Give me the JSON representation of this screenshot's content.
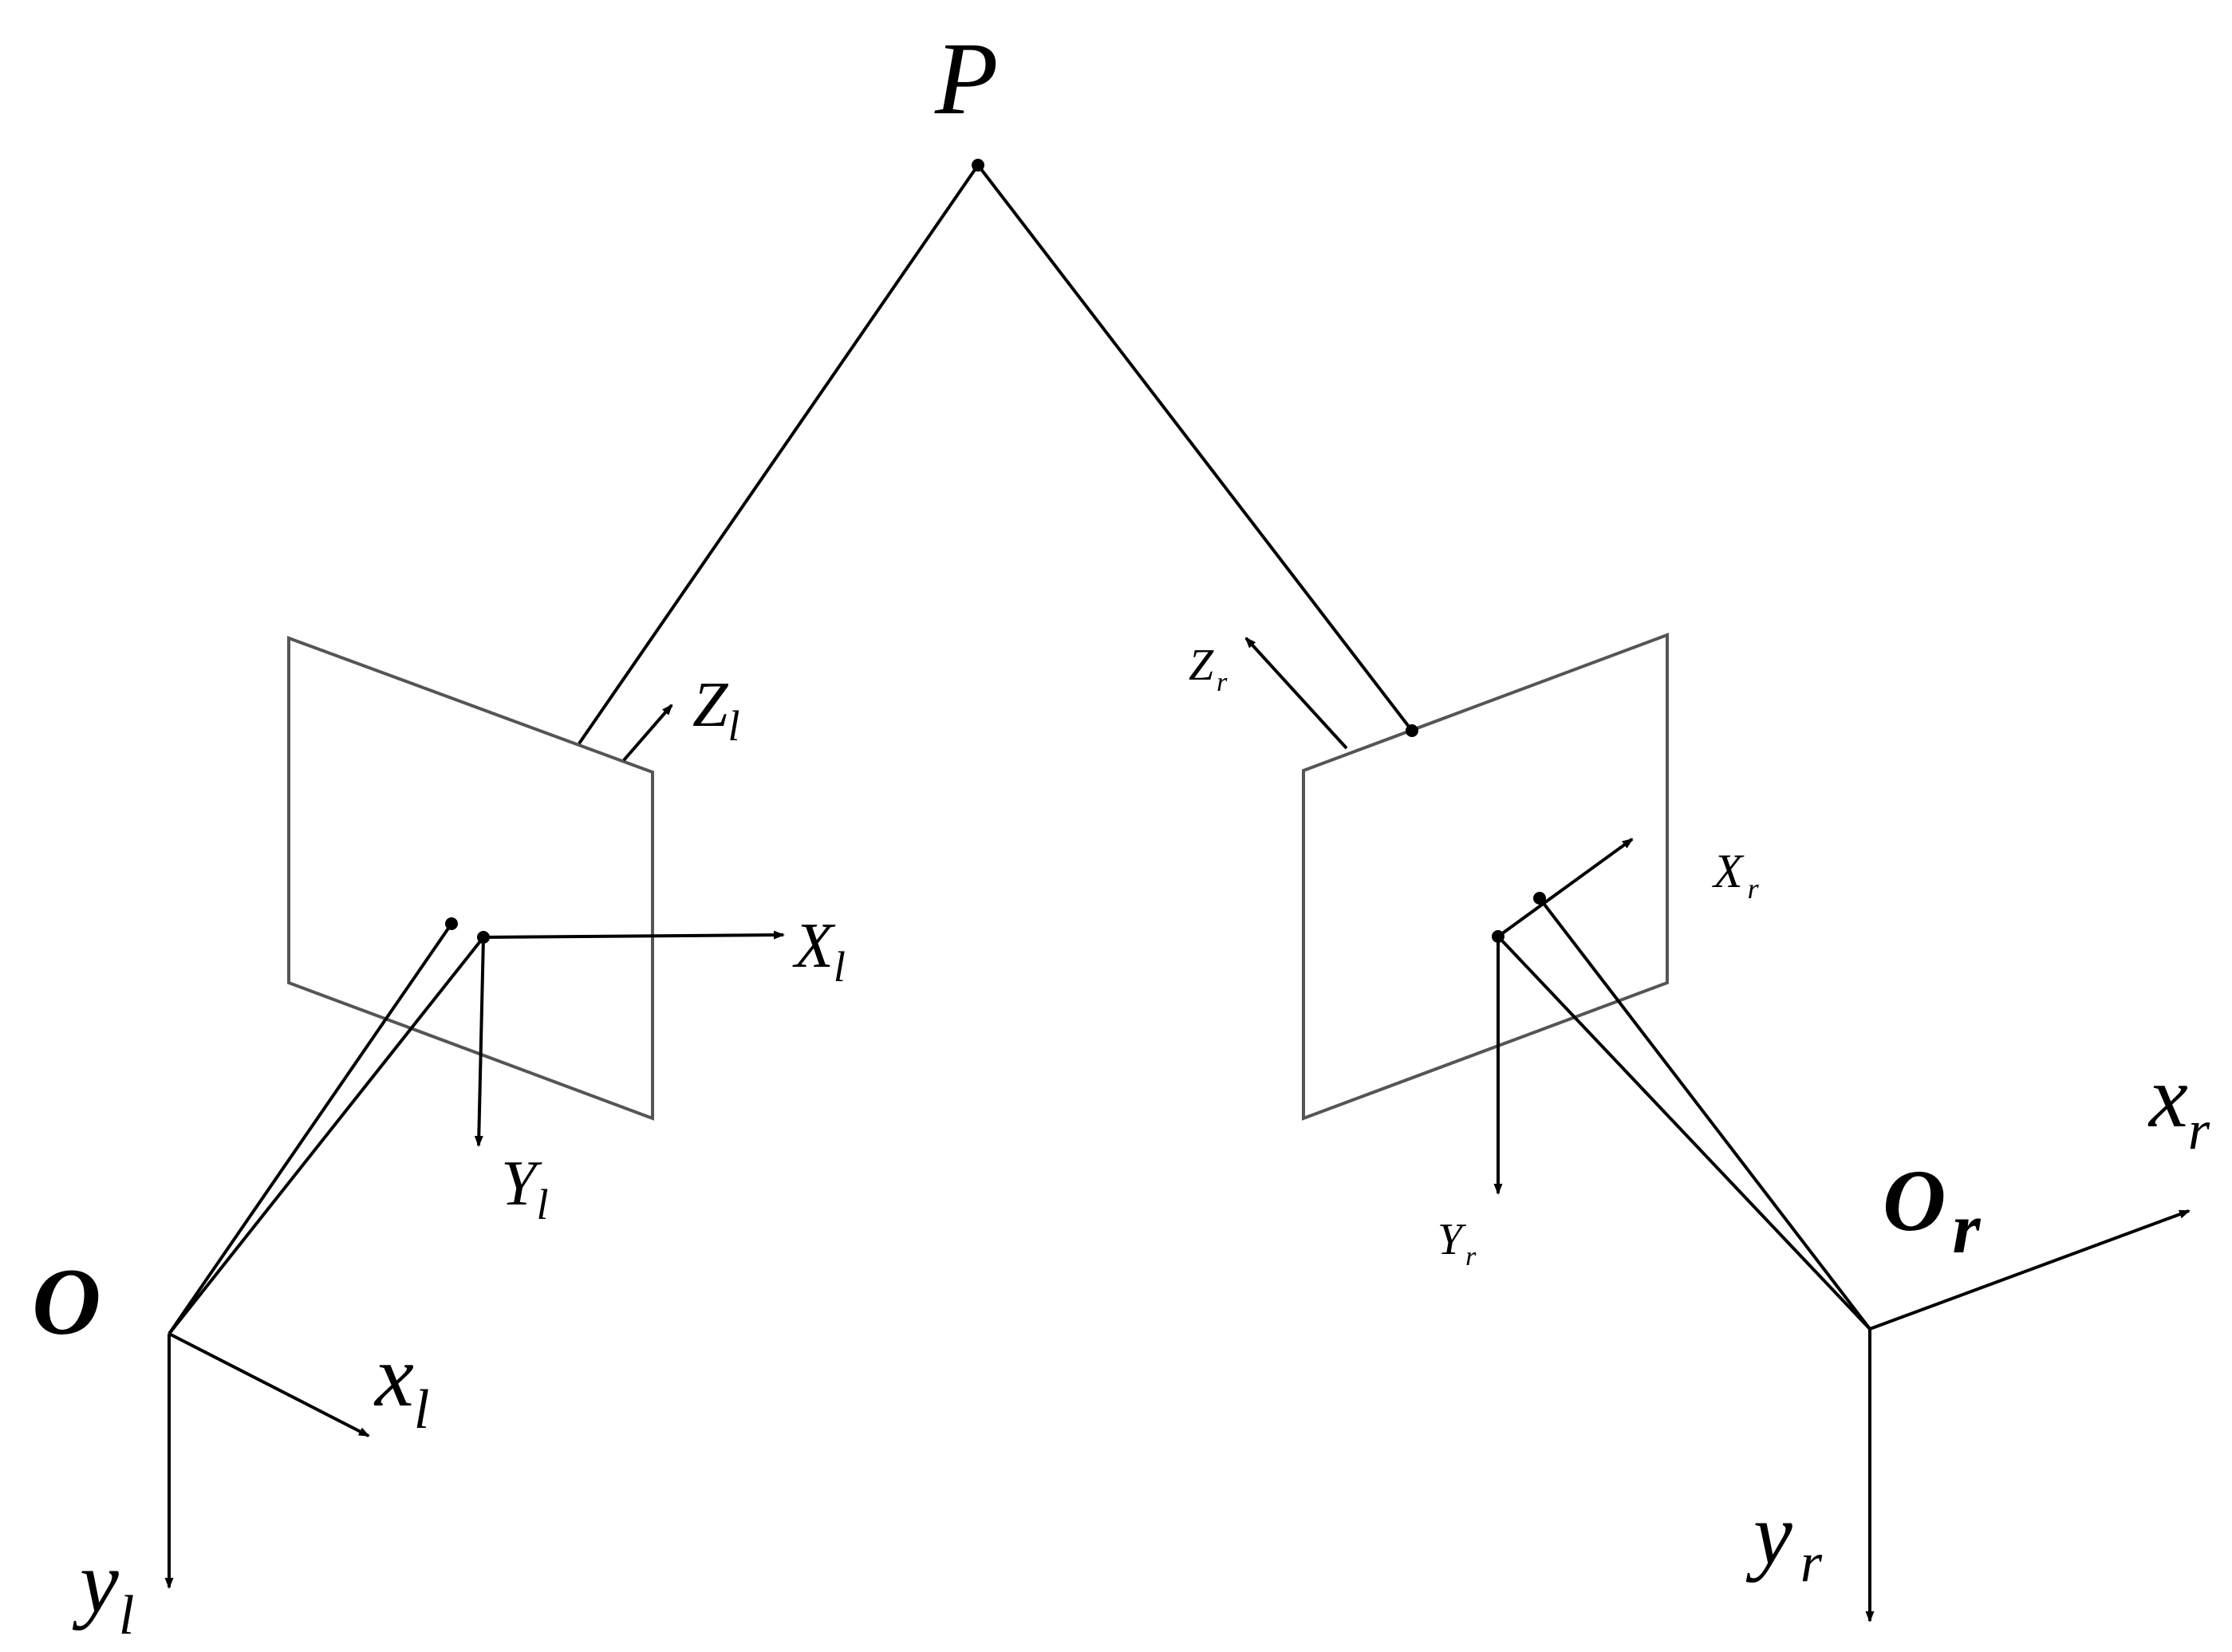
{
  "labels": {
    "P": "P",
    "O": "O",
    "Or_main": "O",
    "Or_sub": "r",
    "xl_main": "x",
    "xl_sub": "l",
    "yl_main": "y",
    "yl_sub": "l",
    "Xl_main": "X",
    "Xl_sub": "l",
    "Yl_main": "Y",
    "Yl_sub": "l",
    "Zl_main": "Z",
    "Zl_sub": "l",
    "xr_main": "x",
    "xr_sub": "r",
    "yr_main": "y",
    "yr_sub": "r",
    "Xr_main": "X",
    "Xr_sub": "r",
    "Yr_main": "Y",
    "Yr_sub": "r",
    "Zr_main": "Z",
    "Zr_sub": "r"
  }
}
